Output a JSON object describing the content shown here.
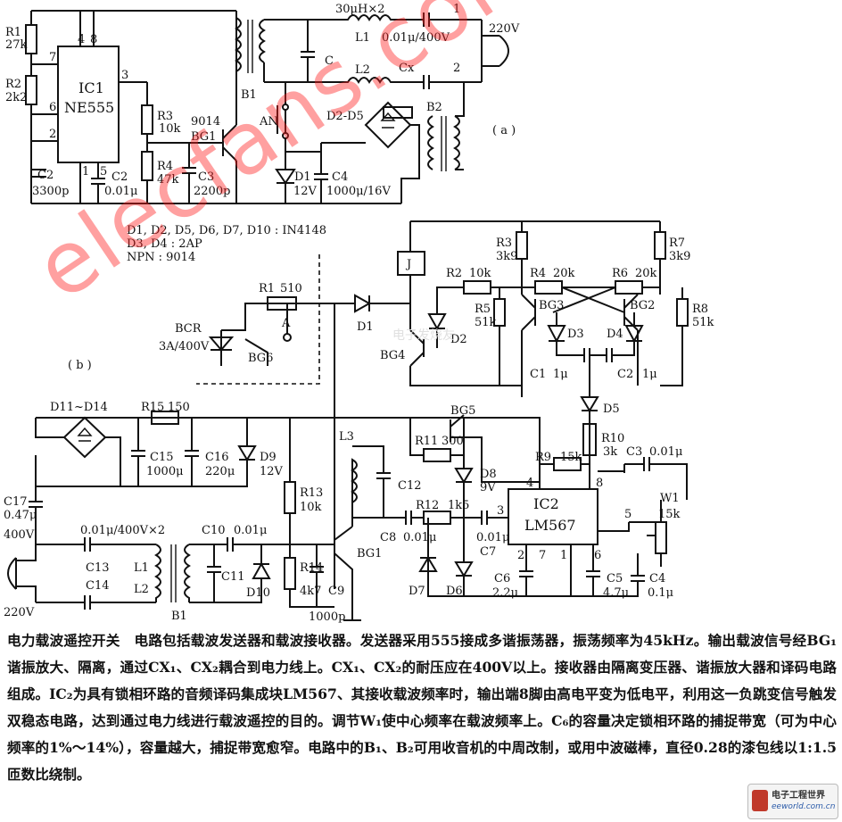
{
  "figure": {
    "sublabel_a": "( a )",
    "sublabel_b": "( b )",
    "watermark": "elecfans.com",
    "watermark_sub": "电子发烧友",
    "components_a": {
      "r1": "R1",
      "r1v": "27k",
      "r2": "R2",
      "r2v": "2k2",
      "ic1": "IC1",
      "ic1v": "NE555",
      "c2a": "C2",
      "c2av": "3300p",
      "c2b": "C2",
      "c2bv": "0.01μ",
      "r3": "R3",
      "r3v": "10k",
      "r4": "R4",
      "r4v": "47k",
      "c3": "C3",
      "c3v": "2200p",
      "bg1": "BG1",
      "bg1v": "9014",
      "d1": "D1",
      "d1v": "12V",
      "b1": "B1",
      "an": "AN",
      "c": "C",
      "l1": "L1",
      "l2": "L2",
      "lv": "30μH×2",
      "cap": "0.01μ/400V",
      "cx": "Cx",
      "v220": "220V",
      "d2d5": "D2-D5",
      "c4": "C4",
      "c4v": "1000μ/16V",
      "b2": "B2",
      "p4": "4",
      "p8": "8",
      "p7": "7",
      "p6": "6",
      "p2": "2",
      "p1": "1",
      "p5": "5",
      "p3": "3",
      "t1": "1",
      "t2": "2"
    },
    "notes_b": [
      "D1, D2, D5, D6, D7, D10 : IN4148",
      "D3, D4 : 2AP",
      "NPN : 9014"
    ],
    "components_b": {
      "r1": "R1",
      "r1v": "510",
      "bcr": "BCR",
      "bcrv": "3A/400V",
      "bg6": "BG6",
      "a": "A",
      "d1": "D1",
      "j": "J",
      "bg4": "BG4",
      "d2": "D2",
      "r2": "R2",
      "r2v": "10k",
      "r3": "R3",
      "r3v": "3k9",
      "r4": "R4",
      "r4v": "20k",
      "r5": "R5",
      "r5v": "51k",
      "bg3": "BG3",
      "d3": "D3",
      "c1": "C1",
      "c1v": "1μ",
      "r6": "R6",
      "r6v": "20k",
      "r7": "R7",
      "r7v": "3k9",
      "bg2": "BG2",
      "d4": "D4",
      "r8": "R8",
      "r8v": "51k",
      "c2": "C2",
      "c2v": "1μ",
      "d5": "D5",
      "d11": "D11~D14",
      "r15": "R15",
      "r15v": "150",
      "c15": "C15",
      "c15v": "1000μ",
      "c16": "C16",
      "c16v": "220μ",
      "d9": "D9",
      "d9v": "12V",
      "c17": "C17",
      "c17v": "0.47μ",
      "v400": "400V",
      "caps": "0.01μ/400V×2",
      "c13": "C13",
      "c14": "C14",
      "l1": "L1",
      "l2": "L2",
      "v220": "220V",
      "b1": "B1",
      "c10": "C10",
      "c10v": "0.01μ",
      "c11": "C11",
      "d10": "D10",
      "l3": "L3",
      "r13": "R13",
      "r13v": "10k",
      "r14": "R14",
      "r14v": "4k7",
      "c9": "C9",
      "c9v": "1000p",
      "bg1": "BG1",
      "c12": "C12",
      "c8": "C8",
      "c8v": "0.01μ",
      "bg5": "BG5",
      "r11": "R11",
      "r11v": "300",
      "d8": "D8",
      "d8v": "9V",
      "r12": "R12",
      "r12v": "1k5",
      "c7": "C7",
      "c7v": "0.01μ",
      "d7": "D7",
      "d6": "D6",
      "c6": "C6",
      "c6v": "2.2μ",
      "r9": "R9",
      "r9v": "15k",
      "r10": "R10",
      "r10v": "3k",
      "c3": "C3",
      "c3v": "0.01μ",
      "ic2": "IC2",
      "ic2v": "LM567",
      "w1": "W1",
      "w1v": "15k",
      "c5": "C5",
      "c5v": "4.7μ",
      "c4": "C4",
      "c4v": "0.1μ",
      "p4": "4",
      "p8": "8",
      "p3": "3",
      "p2": "2",
      "p7": "7",
      "p1": "1",
      "p6": "6",
      "p5": "5"
    }
  },
  "description": {
    "title": "电力载波遥控开关",
    "body": "电路包括载波发送器和载波接收器。发送器采用555接成多谐振荡器，振荡频率为45kHz。输出载波信号经BG₁谐振放大、隔离，通过CX₁、CX₂耦合到电力线上。CX₁、CX₂的耐压应在400V以上。接收器由隔离变压器、谐振放大器和译码电路组成。IC₂为具有锁相环路的音频译码集成块LM567、其接收载波频率时，输出端8脚由高电平变为低电平，利用这一负跳变信号触发双稳态电路，达到通过电力线进行载波遥控的目的。调节W₁使中心频率在载波频率上。C₆的容量决定锁相环路的捕捉带宽（可为中心频率的1%～14%），容量越大，捕捉带宽愈窄。电路中的B₁、B₂可用收音机的中周改制，或用中波磁棒，直径0.28的漆包线以1:1.5匝数比绕制。"
  },
  "badge": {
    "cn": "电子工程世界",
    "en": "eeworld.com.cn"
  }
}
